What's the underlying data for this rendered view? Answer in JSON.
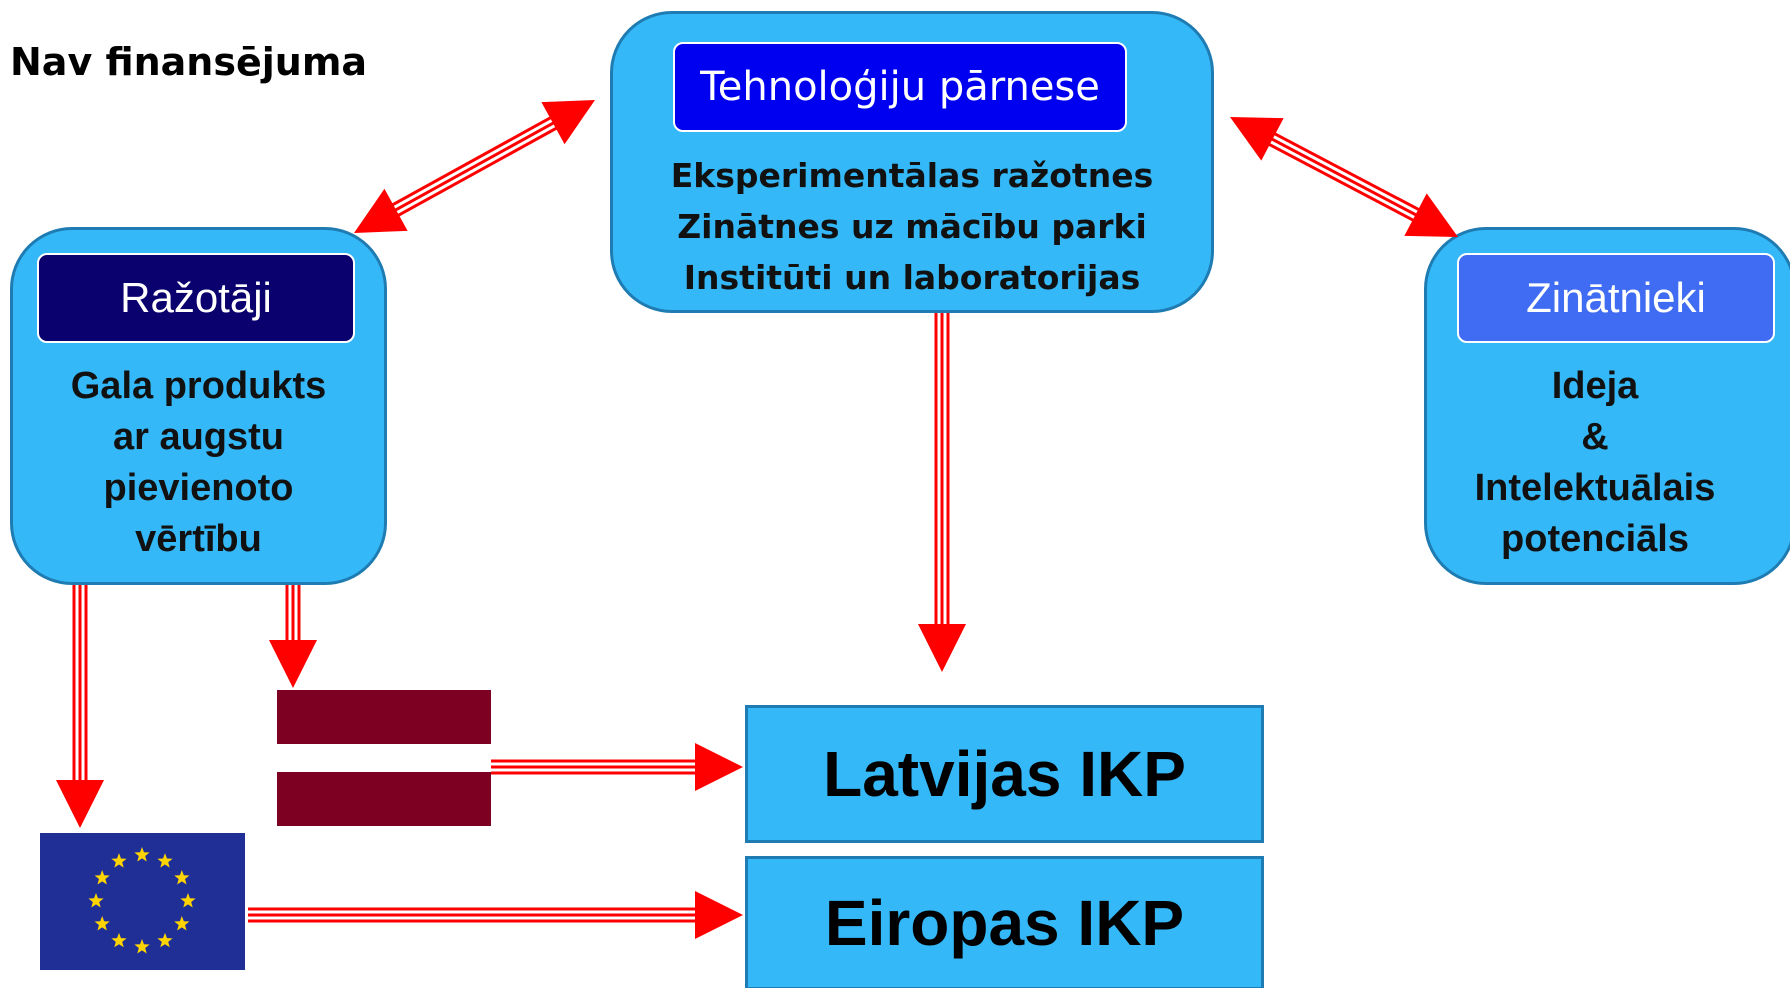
{
  "caption": "Nav finansējuma",
  "nodes": {
    "tech": {
      "title": "Tehnoloģiju pārnese",
      "lines": [
        "Eksperimentālas ražotnes",
        "Zinātnes uz mācību parki",
        "Institūti un laboratorijas"
      ]
    },
    "producers": {
      "title": "Ražotāji",
      "lines": [
        "Gala produkts",
        "ar augstu",
        "pievienoto",
        "vērtību"
      ]
    },
    "scientists": {
      "title": "Zinātnieki",
      "lines": [
        "Ideja",
        "&",
        "Intelektuālais",
        "potenciāls"
      ]
    }
  },
  "gdp": {
    "latvia": "Latvijas IKP",
    "europe": "Eiropas IKP"
  },
  "colors": {
    "node_fill": "#35b8f7",
    "node_border": "#1f7cb2",
    "tech_title_fill": "#0000f0",
    "producers_title_fill": "#0a006e",
    "scientists_title_fill": "#3f6cf3",
    "arrow": "#ff0000",
    "latvia_flag_red": "#7d0022",
    "eu_flag_blue": "#1f2f96",
    "eu_flag_star": "#ffd400"
  },
  "icons": {
    "latvia_flag": "latvia-flag-icon",
    "eu_flag": "eu-flag-icon"
  }
}
